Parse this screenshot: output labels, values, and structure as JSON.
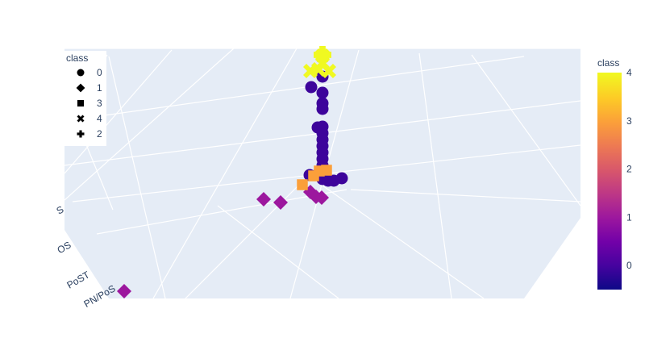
{
  "chart_data": {
    "type": "scatter",
    "title": "",
    "legend": {
      "title": "class",
      "placement": "top-left",
      "entries": [
        {
          "label": "0",
          "symbol": "circle"
        },
        {
          "label": "1",
          "symbol": "diamond"
        },
        {
          "label": "3",
          "symbol": "square"
        },
        {
          "label": "4",
          "symbol": "x"
        },
        {
          "label": "2",
          "symbol": "cross"
        }
      ]
    },
    "colorbar": {
      "title": "class",
      "range": [
        -0.5,
        4
      ],
      "ticks": [
        "0",
        "1",
        "2",
        "3",
        "4"
      ],
      "colorscale": [
        "#0d0887",
        "#46039f",
        "#7201a8",
        "#9c179e",
        "#bd3786",
        "#d8576b",
        "#ed7953",
        "#fb9f3a",
        "#fdca26",
        "#f0f921"
      ]
    },
    "axis_tick_labels": [
      "S",
      "OS",
      "PoST",
      "PN/PoS"
    ],
    "grid": true,
    "series": [
      {
        "name": "0",
        "symbol": "circle",
        "color": "#3d049b",
        "points_projected": [
          [
            400,
            95
          ],
          [
            386,
            108
          ],
          [
            400,
            115
          ],
          [
            400,
            128
          ],
          [
            400,
            135
          ],
          [
            394,
            158
          ],
          [
            400,
            157
          ],
          [
            400,
            165
          ],
          [
            400,
            173
          ],
          [
            400,
            181
          ],
          [
            400,
            189
          ],
          [
            400,
            197
          ],
          [
            400,
            205
          ],
          [
            400,
            213
          ],
          [
            400,
            222
          ],
          [
            407,
            224
          ],
          [
            414,
            224
          ],
          [
            424,
            221
          ],
          [
            393,
            217
          ],
          [
            384,
            217
          ]
        ]
      },
      {
        "name": "1",
        "symbol": "diamond",
        "color": "#9c179e",
        "points_projected": [
          [
            327,
            247
          ],
          [
            348,
            251
          ],
          [
            385,
            238
          ],
          [
            392,
            244
          ],
          [
            399,
            245
          ],
          [
            154,
            361
          ]
        ]
      },
      {
        "name": "3",
        "symbol": "square",
        "color": "#fb9f3a",
        "points_projected": [
          [
            400,
            70
          ],
          [
            405,
            211
          ],
          [
            396,
            212
          ],
          [
            389,
            218
          ],
          [
            375,
            229
          ]
        ]
      },
      {
        "name": "4",
        "symbol": "x",
        "color": "#f0f921",
        "points_projected": [
          [
            400,
            69
          ],
          [
            400,
            78
          ],
          [
            385,
            88
          ],
          [
            395,
            86
          ],
          [
            408,
            88
          ]
        ]
      },
      {
        "name": "2",
        "symbol": "cross",
        "color": "#f0f921",
        "points_projected": [
          [
            400,
            68
          ]
        ]
      }
    ]
  }
}
